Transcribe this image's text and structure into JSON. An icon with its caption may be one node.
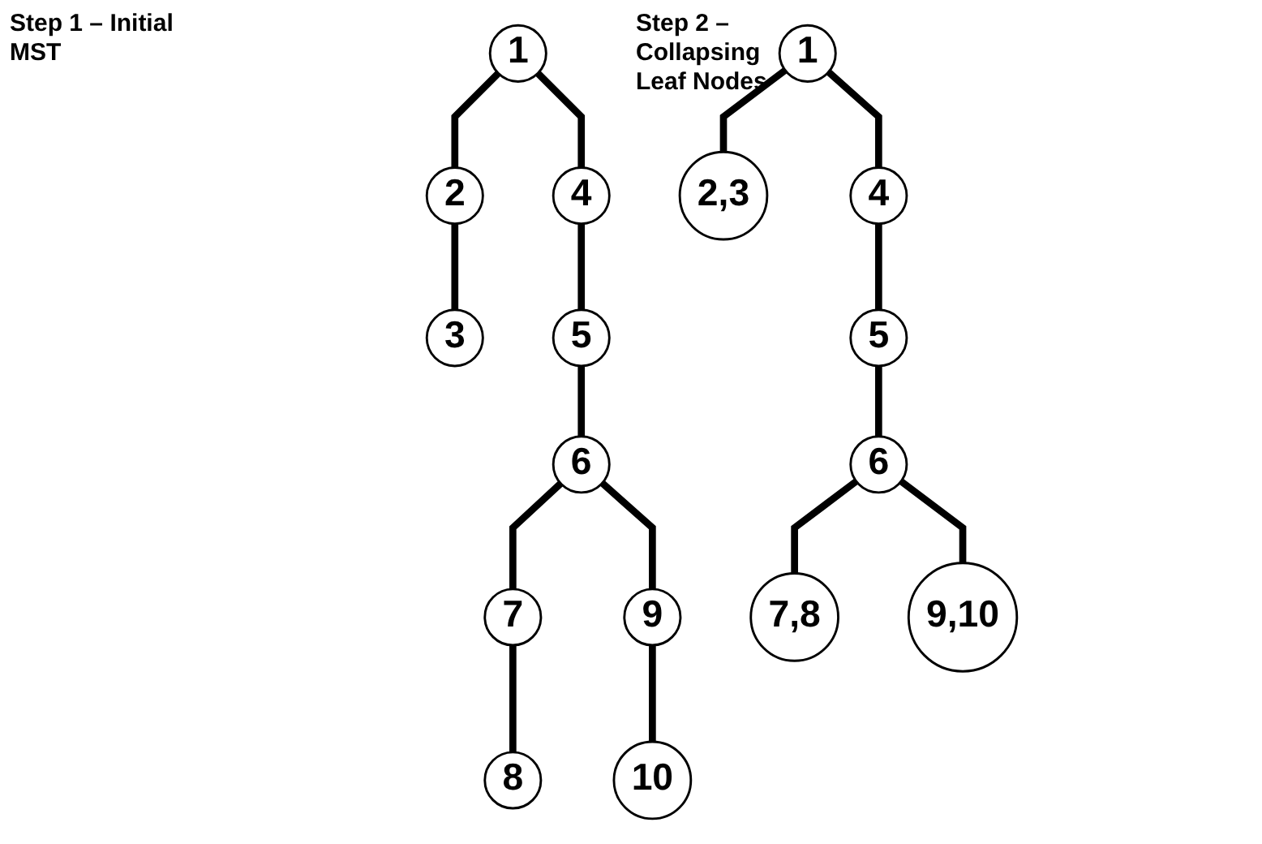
{
  "diagram": {
    "nodes": [
      {
        "text": [
          "1"
        ]
      },
      {
        "text": [
          "2"
        ]
      },
      {
        "text": [
          "4"
        ]
      },
      {
        "text": [
          "3"
        ]
      },
      {
        "text": [
          "5"
        ]
      },
      {
        "text": [
          "6"
        ]
      },
      {
        "text": [
          "7"
        ]
      },
      {
        "text": [
          "9"
        ]
      },
      {
        "text": [
          "8"
        ]
      },
      {
        "text": [
          "10"
        ]
      },
      {
        "text": [
          "1"
        ]
      },
      {
        "text": [
          "2,3"
        ]
      },
      {
        "text": [
          "4"
        ]
      },
      {
        "text": [
          "5"
        ]
      },
      {
        "text": [
          "6"
        ]
      },
      {
        "text": [
          "7,8"
        ]
      },
      {
        "text": [
          "9,10"
        ]
      }
    ],
    "edges": [
      {
        "from": 0,
        "to": 1,
        "arrow": "none"
      },
      {
        "from": 0,
        "to": 2,
        "arrow": "none"
      },
      {
        "from": 1,
        "to": 3,
        "arrow": "none"
      },
      {
        "from": 2,
        "to": 4,
        "arrow": "none"
      },
      {
        "from": 4,
        "to": 5,
        "arrow": "none"
      },
      {
        "from": 5,
        "to": 6,
        "arrow": "none"
      },
      {
        "from": 5,
        "to": 7,
        "arrow": "none"
      },
      {
        "from": 6,
        "to": 8,
        "arrow": "none"
      },
      {
        "from": 7,
        "to": 9,
        "arrow": "none"
      },
      {
        "from": 10,
        "to": 11,
        "arrow": "none"
      },
      {
        "from": 10,
        "to": 12,
        "arrow": "none"
      },
      {
        "from": 12,
        "to": 13,
        "arrow": "none"
      },
      {
        "from": 13,
        "to": 14,
        "arrow": "none"
      },
      {
        "from": 14,
        "to": 15,
        "arrow": "none"
      },
      {
        "from": 14,
        "to": 16,
        "arrow": "none"
      }
    ],
    "labels": [
      "Step 1 – Initial MST",
      "Step 2 – Collapsing Leaf Nodes"
    ]
  }
}
